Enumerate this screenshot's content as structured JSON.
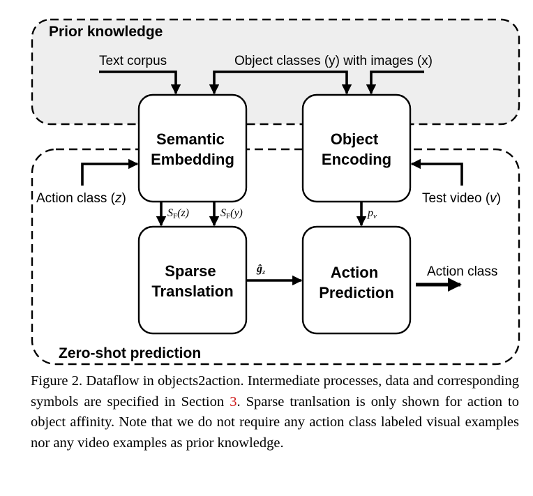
{
  "regions": {
    "prior": "Prior knowledge",
    "zero_shot": "Zero-shot prediction"
  },
  "boxes": {
    "semantic_embedding": [
      "Semantic",
      "Embedding"
    ],
    "object_encoding": [
      "Object",
      "Encoding"
    ],
    "sparse_translation": [
      "Sparse",
      "Translation"
    ],
    "action_prediction": [
      "Action",
      "Prediction"
    ]
  },
  "inputs": {
    "text_corpus": "Text corpus",
    "object_classes": "Object classes (y) with images (x)",
    "action_class_in": {
      "text": "Action class (",
      "var": "z",
      "close": ")"
    },
    "test_video": {
      "text": "Test video (",
      "var": "v",
      "close": ")"
    },
    "action_class_out": "Action class"
  },
  "symbols": {
    "sfz": {
      "base": "S",
      "sub": "F",
      "arg": "(z)"
    },
    "sfy": {
      "base": "S",
      "sub": "F",
      "arg": "(y)"
    },
    "pv": {
      "base": "p",
      "sub": "v"
    },
    "gz": {
      "base": "ĝ",
      "sub": "z"
    }
  },
  "caption": {
    "part1": "Figure 2. Dataflow in objects2action. Intermediate processes, data and corresponding symbols are specified in Section ",
    "ref": "3",
    "part2": ". Sparse tranlsation is only shown for action to object affinity. Note that we do not require any action class labeled visual examples nor any video examples as prior knowledge."
  }
}
